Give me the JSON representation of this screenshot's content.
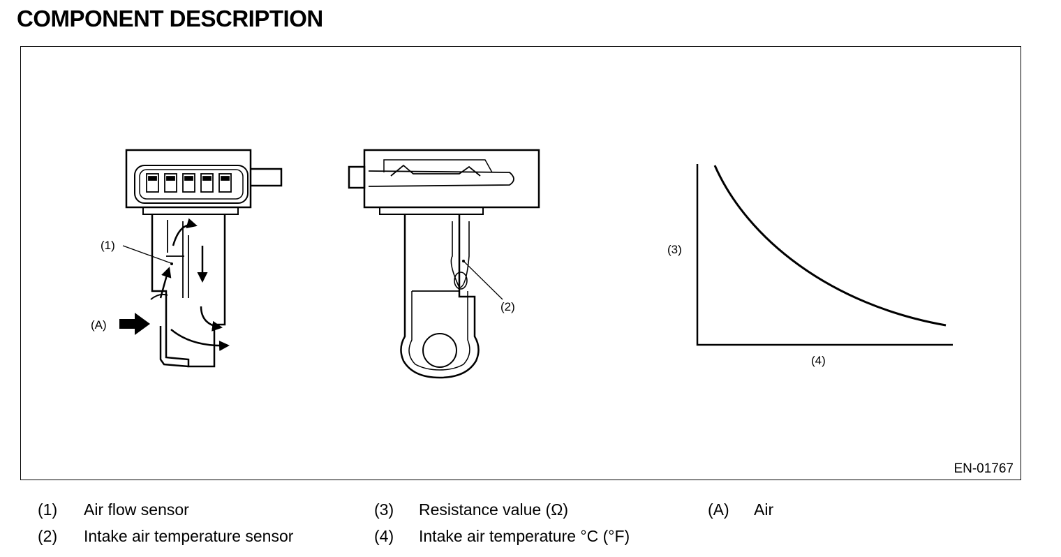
{
  "title": "COMPONENT DESCRIPTION",
  "figure": {
    "id": "EN-01767",
    "callouts": {
      "c1": "(1)",
      "c2": "(2)",
      "c3": "(3)",
      "c4": "(4)",
      "cA": "(A)"
    }
  },
  "legend": [
    {
      "key": "(1)",
      "text": "Air flow sensor"
    },
    {
      "key": "(2)",
      "text": "Intake air temperature sensor"
    },
    {
      "key": "(3)",
      "text": "Resistance value (Ω)"
    },
    {
      "key": "(4)",
      "text": "Intake air temperature °C (°F)"
    },
    {
      "key": "(A)",
      "text": "Air"
    }
  ]
}
